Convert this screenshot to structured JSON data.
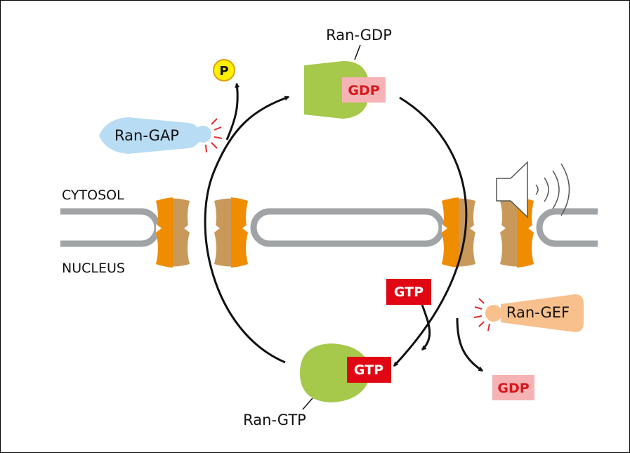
{
  "labels": {
    "ran_gdp": "Ran-GDP",
    "ran_gtp": "Ran-GTP",
    "ran_gap": "Ran-GAP",
    "ran_gef": "Ran-GEF",
    "cytosol": "CYTOSOL",
    "nucleus": "NUCLEUS",
    "phosphate": "P",
    "gdp_bound": "GDP",
    "gtp_bound": "GTP",
    "gtp_free": "GTP",
    "gdp_released": "GDP"
  },
  "colors": {
    "ran_green": "#a6c84b",
    "gdp_pink": "#f5b3b5",
    "gdp_text": "#d7191e",
    "gtp_red": "#e10613",
    "gap_blue": "#b8dcf3",
    "gef_orange": "#f8c08c",
    "phosphate_yellow": "#fff000",
    "pore_orange": "#f08c00",
    "pore_tan": "#c8995a",
    "membrane_gray": "#a0a4a6",
    "arrow": "#111111"
  },
  "icons": {
    "speaker": "speaker-icon"
  }
}
